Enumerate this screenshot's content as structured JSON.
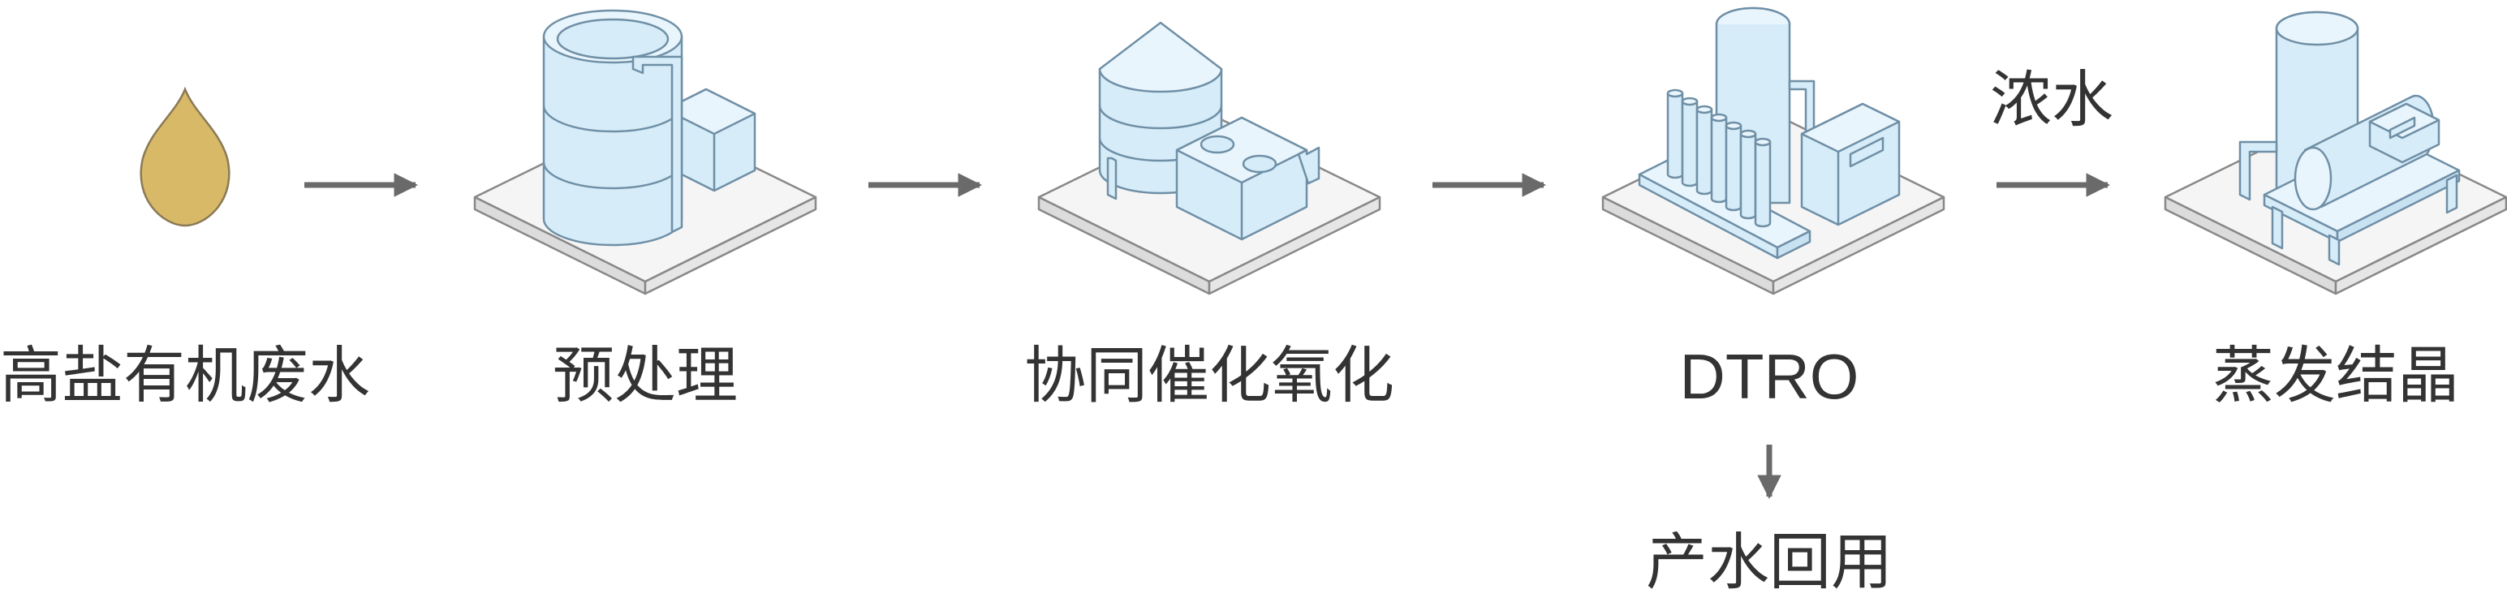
{
  "steps": [
    {
      "label": "高盐有机废水"
    },
    {
      "label": "预处理"
    },
    {
      "label": "协同催化氧化"
    },
    {
      "label": "DTRO"
    },
    {
      "label": "蒸发结晶"
    }
  ],
  "branch_labels": {
    "concentrate": "浓水",
    "reuse": "产水回用"
  },
  "icons": [
    "wastewater-droplet-icon",
    "pretreatment-tank-icon",
    "catalytic-oxidation-icon",
    "dtro-membrane-icon",
    "evaporation-crystallizer-icon"
  ],
  "colors": {
    "droplet_fill": "#d8b968",
    "equipment_fill": "#d6ecf8",
    "equipment_stroke": "#6f8fa6",
    "platform_top": "#f5f5f5",
    "platform_side": "#dcdcdc",
    "arrow": "#6a6a6a",
    "text": "#333333"
  }
}
